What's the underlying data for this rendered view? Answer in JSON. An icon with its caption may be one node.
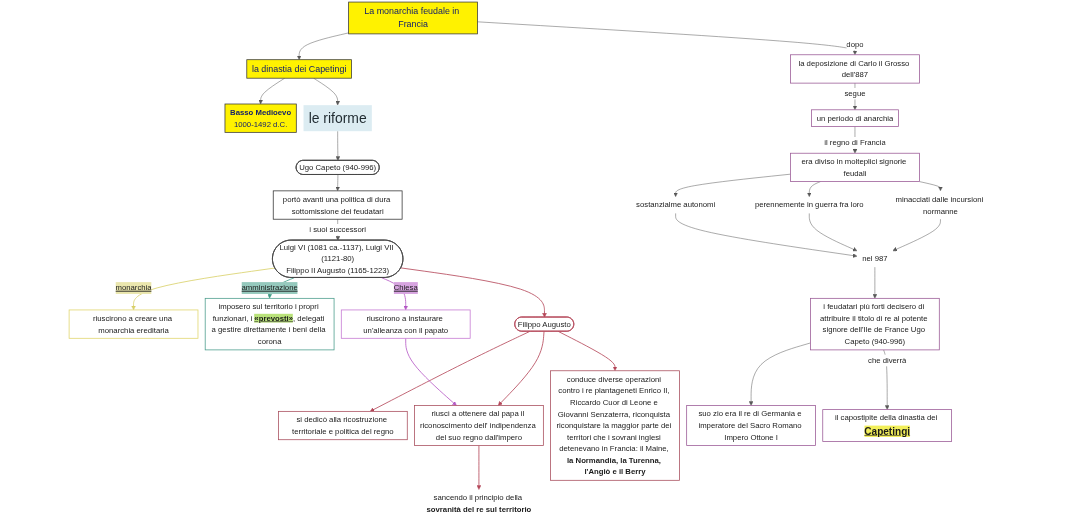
{
  "diagram": {
    "nodes": [
      {
        "text": [
          "La monarchia feudale in Francia"
        ]
      },
      {
        "text": [
          "la dinastia dei Capetingi"
        ]
      },
      {
        "text": [
          "Basso Medioevo",
          "1000-1492 d.C."
        ]
      },
      {
        "text": [
          "la deposizione di Carlo il Grosso dell'887"
        ]
      },
      {
        "text": [
          "un periodo di anarchia"
        ]
      },
      {
        "text": [
          "era diviso in molteplici signorie feudali"
        ]
      },
      {
        "text": [
          "sostanzialme autonomi"
        ]
      },
      {
        "text": [
          "perennemente in guerra fra loro"
        ]
      },
      {
        "text": [
          "minacciati dalle incursioni normanne"
        ]
      },
      {
        "text": [
          "nel 987"
        ]
      },
      {
        "text": [
          "i feudatari più forti decisero di attribuire il titolo di re al potente signore dell'Ile de France Ugo Capeto (940-996)"
        ]
      },
      {
        "text": [
          "suo zio era il re di Germania e imperatore del Sacro Romano Impero Ottone I"
        ]
      },
      {
        "text": [
          "il capostipite della dinastia dei **Capetingi**"
        ]
      },
      {
        "text": [
          "le riforme"
        ]
      },
      {
        "text": [
          "Ugo Capeto (940-996)"
        ]
      },
      {
        "text": [
          "portò avanti una politica di dura sottomissione dei feudatari"
        ]
      },
      {
        "text": [
          "Luigi VI (1081 ca.-1137), Luigi VII (1121-80)",
          "Filippo II Augusto (1165-1223)"
        ]
      },
      {
        "text": [
          "riuscirono a creare una monarchia ereditaria"
        ]
      },
      {
        "text": [
          "imposero sul territorio i propri funzionari, i **«prevosti»**, delegati a gestire direttamente i beni della corona"
        ]
      },
      {
        "text": [
          "riuscirono a instaurare un'alleanza con il papato"
        ]
      },
      {
        "text": [
          "Filippo Augusto"
        ]
      },
      {
        "text": [
          "si dedicò alla ricostruzione territoriale e politica del regno"
        ]
      },
      {
        "text": [
          "riuscì a ottenere dal papa il riconoscimento dell' indipendenza del suo regno dall'impero"
        ]
      },
      {
        "text": [
          "sancendo il principio della **sovranità del re sul territorio**"
        ]
      },
      {
        "text": [
          "conduce diverse operazioni contro i re plantageneti Enrico II, Riccardo Cuor di Leone e Giovanni Senzaterra, riconquista riconquistare la maggior parte dei territori che i sovrani inglesi detenevano in Francia: il Maine, **la Normandia, la Turenna, l'Angiò e il Berry**"
        ]
      }
    ],
    "edges": [
      {
        "from": 0,
        "to": 1,
        "arrow": "to"
      },
      {
        "from": 1,
        "to": 2,
        "arrow": "to"
      },
      {
        "from": 0,
        "to": 3,
        "arrow": "to",
        "label": "dopo"
      },
      {
        "from": 3,
        "to": 4,
        "arrow": "to",
        "label": "segue"
      },
      {
        "from": 4,
        "to": 5,
        "arrow": "to",
        "label": "il regno di Francia"
      },
      {
        "from": 5,
        "to": 6,
        "arrow": "to"
      },
      {
        "from": 5,
        "to": 7,
        "arrow": "to"
      },
      {
        "from": 5,
        "to": 8,
        "arrow": "to"
      },
      {
        "from": 6,
        "to": 9,
        "arrow": "to"
      },
      {
        "from": 7,
        "to": 9,
        "arrow": "to"
      },
      {
        "from": 8,
        "to": 9,
        "arrow": "to"
      },
      {
        "from": 9,
        "to": 10,
        "arrow": "to"
      },
      {
        "from": 10,
        "to": 11,
        "arrow": "to"
      },
      {
        "from": 10,
        "to": 12,
        "arrow": "to",
        "label": "che diverrà"
      },
      {
        "from": 1,
        "to": 13,
        "arrow": "to"
      },
      {
        "from": 13,
        "to": 14,
        "arrow": "to"
      },
      {
        "from": 14,
        "to": 15,
        "arrow": "to"
      },
      {
        "from": 15,
        "to": 16,
        "arrow": "to",
        "label": "i suoi successori"
      },
      {
        "from": 16,
        "to": 17,
        "arrow": "to",
        "label": "monarchia",
        "color": "#d9d16a"
      },
      {
        "from": 16,
        "to": 18,
        "arrow": "to",
        "label": "amministrazione",
        "color": "#3f9c87"
      },
      {
        "from": 16,
        "to": 19,
        "arrow": "to",
        "label": "Chiesa",
        "color": "#b65ac6"
      },
      {
        "from": 16,
        "to": 20,
        "arrow": "to",
        "color": "#b5485a"
      },
      {
        "from": 20,
        "to": 21,
        "arrow": "to",
        "color": "#b5485a"
      },
      {
        "from": 20,
        "to": 22,
        "arrow": "to",
        "color": "#b5485a"
      },
      {
        "from": 20,
        "to": 24,
        "arrow": "to",
        "color": "#b5485a"
      },
      {
        "from": 19,
        "to": 22,
        "arrow": "to",
        "color": "#b65ac6"
      },
      {
        "from": 22,
        "to": 23,
        "arrow": "to",
        "color": "#b5485a"
      }
    ]
  }
}
